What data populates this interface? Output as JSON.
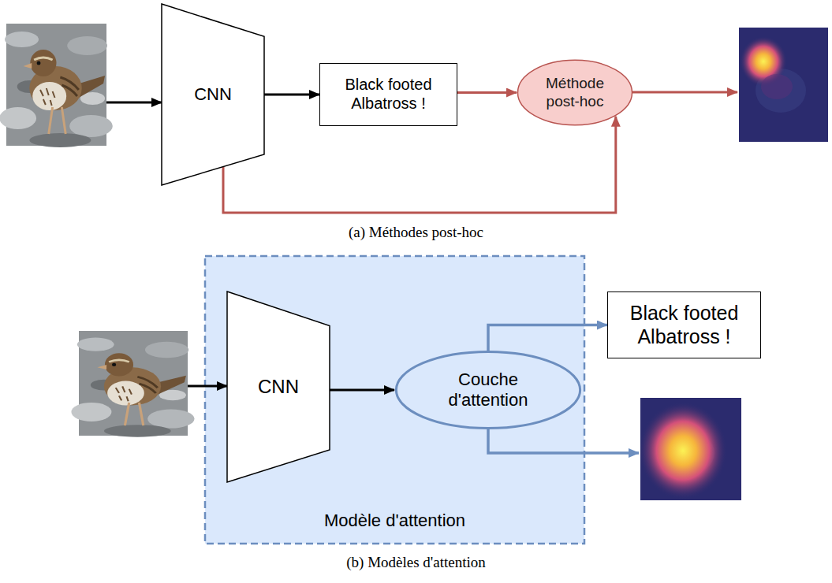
{
  "diagram": {
    "nodes": [
      {
        "text": [
          "CNN"
        ]
      },
      {
        "text": [
          "Black footed Albatross !"
        ]
      },
      {
        "text": [
          "Méthode post-hoc"
        ]
      },
      {
        "text": [
          "Modèle d'attention"
        ]
      },
      {
        "text": [
          "CNN"
        ],
        "in": 3
      },
      {
        "text": [
          "Couche d'attention"
        ],
        "in": 3
      },
      {
        "text": [
          "Black footed Albatross !"
        ]
      }
    ],
    "edges": [
      {
        "from": 0,
        "to": 1,
        "arrow": "to"
      },
      {
        "from": 1,
        "to": 2,
        "arrow": "to"
      },
      {
        "from": 0,
        "to": 2,
        "arrow": "to"
      },
      {
        "from": 4,
        "to": 5,
        "arrow": "to"
      },
      {
        "from": 5,
        "to": 6,
        "arrow": "to"
      }
    ],
    "labels": [
      "(a) Méthodes post-hoc",
      "(b) Modèles d'attention"
    ]
  }
}
